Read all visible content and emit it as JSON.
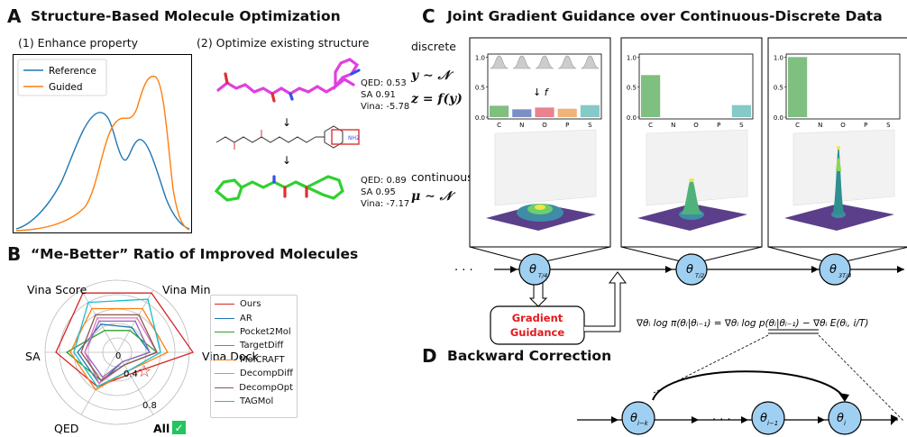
{
  "panel_a": {
    "label": "A",
    "title": "Structure-Based Molecule Optimization",
    "sub1": "(1) Enhance property",
    "sub2": "(2) Optimize existing structure",
    "legend": [
      {
        "name": "Reference",
        "color": "#1f77b4"
      },
      {
        "name": "Guided",
        "color": "#ff7f0e"
      }
    ],
    "mol1": {
      "qed": "QED: 0.53",
      "sa": "SA 0.91",
      "vina": "Vina: -5.78"
    },
    "mol2": {
      "qed": "QED: 0.89",
      "sa": "SA 0.95",
      "vina": "Vina: -7.17"
    },
    "nh2": "NH2"
  },
  "panel_b": {
    "label": "B",
    "title": "“Me-Better” Ratio of Improved Molecules",
    "axes": [
      "Vina Score",
      "Vina Min",
      "Vina Dock",
      "All",
      "QED",
      "SA"
    ],
    "check": "✓",
    "ticks": [
      "0",
      "0.4",
      "0.8"
    ],
    "legend": [
      {
        "name": "Ours",
        "color": "#d62728"
      },
      {
        "name": "AR",
        "color": "#1f77b4"
      },
      {
        "name": "Pocket2Mol",
        "color": "#2ca02c"
      },
      {
        "name": "TargetDiff",
        "color": "#9467bd"
      },
      {
        "name": "MolCRAFT",
        "color": "#ff7f0e"
      },
      {
        "name": "DecompDiff",
        "color": "#e377c2"
      },
      {
        "name": "DecompOpt",
        "color": "#8c564b"
      },
      {
        "name": "TAGMol",
        "color": "#17becf"
      }
    ]
  },
  "panel_c": {
    "label": "C",
    "title": "Joint Gradient Guidance over Continuous-Discrete Data",
    "discrete": "discrete",
    "continuous": "continuous",
    "y_eq": "y ∼ 𝒩",
    "z_eq": "z = f(y)",
    "mu_eq": "μ ∼ 𝒩",
    "f_label": "↓ f",
    "categories": [
      "C",
      "N",
      "O",
      "P",
      "S"
    ],
    "yticks": [
      "0.0",
      "0.5",
      "1.0"
    ],
    "bar_colors": [
      "#7fbf7f",
      "#7b8fc7",
      "#e8838f",
      "#f0b37a",
      "#86c9c9"
    ],
    "bars": [
      [
        0.19,
        0.13,
        0.16,
        0.14,
        0.2
      ],
      [
        0.7,
        0.0,
        0.0,
        0.0,
        0.2
      ],
      [
        1.0,
        0.0,
        0.0,
        0.0,
        0.0
      ]
    ],
    "ellipsis": "· · ·",
    "theta_nodes": [
      "θ",
      "θ",
      "θ"
    ],
    "theta_subs": [
      "T/4",
      "T/2",
      "3T/4"
    ],
    "guidance": "Gradient Guidance",
    "equation": "∇θᵢ log π(θᵢ|θᵢ₋₁) = ∇θᵢ log p(θᵢ|θᵢ₋₁) − ∇θᵢ E(θᵢ, i/T)"
  },
  "panel_d": {
    "label": "D",
    "title": "Backward Correction",
    "nodes": [
      "θ",
      "θ",
      "θ"
    ],
    "node_subs": [
      "i−k",
      "i−1",
      "i"
    ],
    "ellipsis": "· · ·"
  }
}
